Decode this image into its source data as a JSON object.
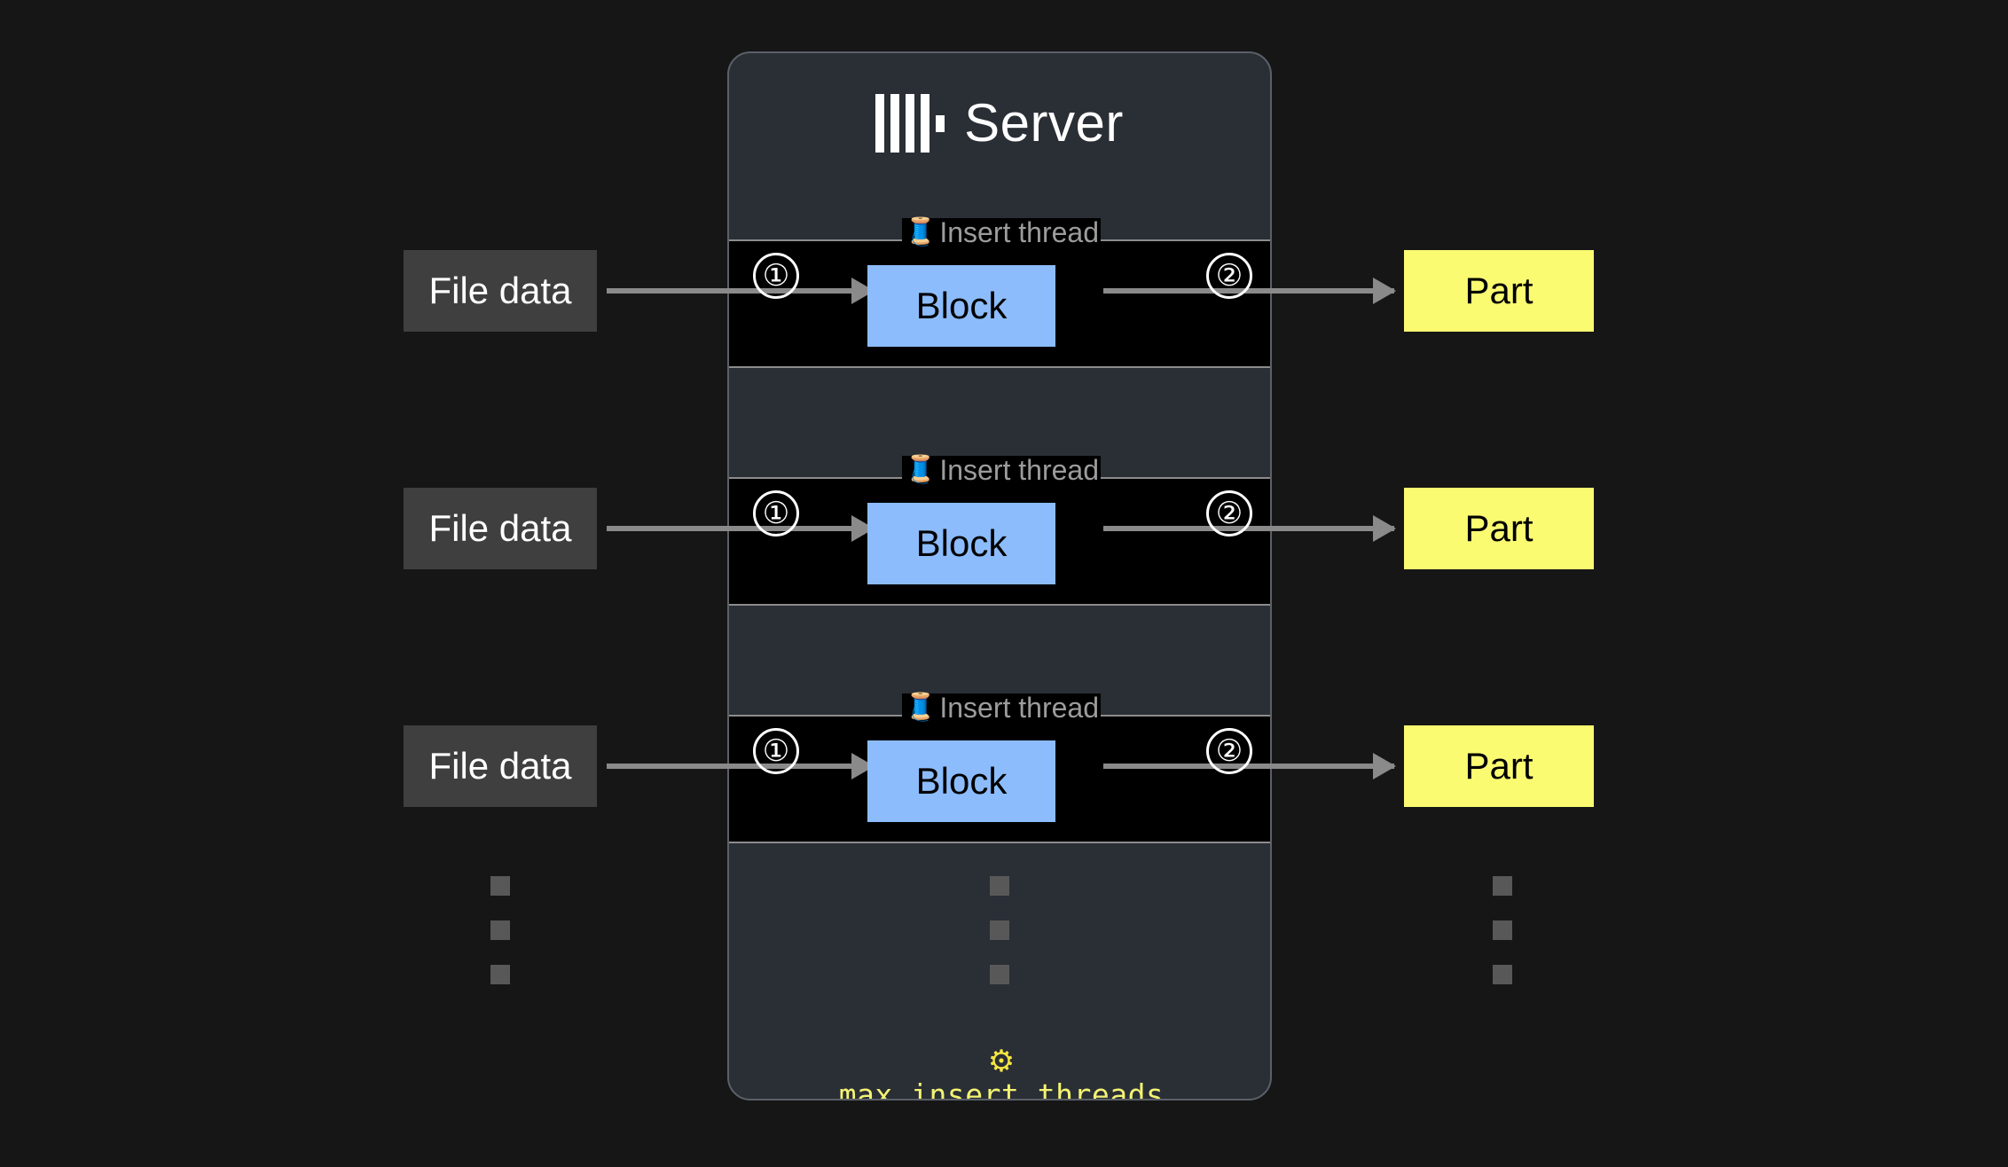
{
  "page": {
    "background_color": "#161616"
  },
  "server": {
    "title": "Server",
    "logo_icon": "clickhouse-logo",
    "panel_color": "#2a2e35",
    "border_color": "#5b6069"
  },
  "threads": [
    {
      "label": "Insert thread",
      "spool_icon": "🧵",
      "step_in": "①",
      "step_out": "②",
      "block_label": "Block",
      "block_color": "#8cbcfb"
    },
    {
      "label": "Insert thread",
      "spool_icon": "🧵",
      "step_in": "①",
      "step_out": "②",
      "block_label": "Block",
      "block_color": "#8cbcfb"
    },
    {
      "label": "Insert thread",
      "spool_icon": "🧵",
      "step_in": "①",
      "step_out": "②",
      "block_label": "Block",
      "block_color": "#8cbcfb"
    }
  ],
  "inputs": [
    {
      "label": "File data",
      "color": "#3f3f3f"
    },
    {
      "label": "File data",
      "color": "#3f3f3f"
    },
    {
      "label": "File data",
      "color": "#3f3f3f"
    }
  ],
  "outputs": [
    {
      "label": "Part",
      "color": "#fbfb72"
    },
    {
      "label": "Part",
      "color": "#fbfb72"
    },
    {
      "label": "Part",
      "color": "#fbfb72"
    }
  ],
  "ellipsis": {
    "dot_color": "#585858",
    "dot_count": 3
  },
  "setting": {
    "gear_icon": "⚙",
    "name": "max_insert_threads",
    "color": "#f3f373"
  }
}
